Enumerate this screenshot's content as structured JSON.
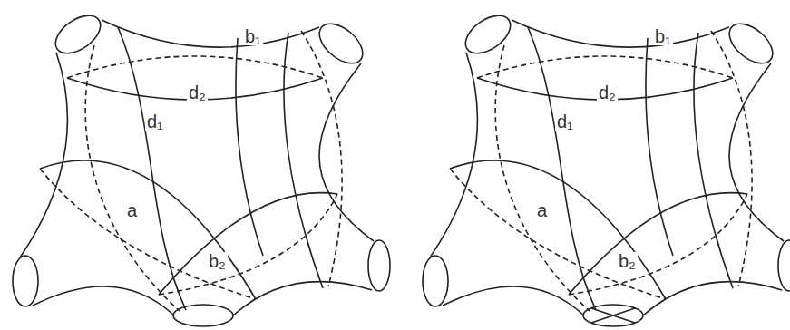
{
  "diagram": {
    "labels": [
      "b₁",
      "d₂",
      "d₁",
      "a",
      "b₂",
      "b₁",
      "d₂",
      "d₁",
      "a",
      "b₂"
    ]
  }
}
